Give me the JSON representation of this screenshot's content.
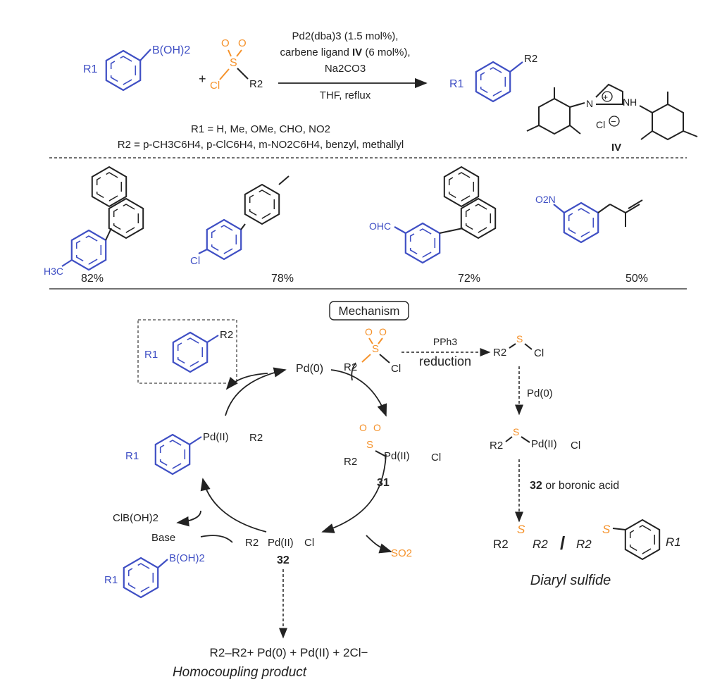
{
  "reaction": {
    "r1_sub": "R1",
    "boronic": "B(OH)2",
    "plus": "+",
    "r2": "R2",
    "cl": "Cl",
    "o": "O",
    "s": "S",
    "conditions": {
      "line1": "Pd2(dba)3 (1.5 mol%),",
      "line2a": "carbene ligand ",
      "line2b": "IV",
      "line2c": " (6 mol%),",
      "line3": "Na2CO3",
      "line4": "THF, reflux"
    },
    "scope_r1": "R1 = H, Me, OMe, CHO, NO2",
    "scope_r2": "R2 = p-CH3C6H4, p-ClC6H4, m-NO2C6H4, benzyl, methallyl",
    "ligand_label": "IV",
    "ligand_nh": "NH",
    "ligand_n": "N",
    "ligand_cl": "Cl"
  },
  "examples": [
    {
      "yield": "82%",
      "sub": "H3C"
    },
    {
      "yield": "78%",
      "sub": "Cl"
    },
    {
      "yield": "72%",
      "sub": "OHC"
    },
    {
      "yield": "50%",
      "sub": "O2N"
    }
  ],
  "mechanism": {
    "title": "Mechanism",
    "pd0": "Pd(0)",
    "pd2_ox": "Pd(II)",
    "intermediate_31": "31",
    "intermediate_32": "32",
    "so2": "SO2",
    "clboh2": "ClB(OH)2",
    "base": "Base",
    "pph3": "PPh3",
    "reduction": "reduction",
    "cond_32": "32 or boronic acid",
    "diaryl_sulfide": "Diaryl sulfide",
    "homocoupling_eq": "R2–R2+ Pd(0) + Pd(II) + 2Cl−",
    "homocoupling_product": "Homocoupling product",
    "slash": "/",
    "r1_italic": "R1"
  },
  "colors": {
    "aryl": "#3f4fc4",
    "sulfonyl": "#f5922b",
    "text": "#222222"
  }
}
